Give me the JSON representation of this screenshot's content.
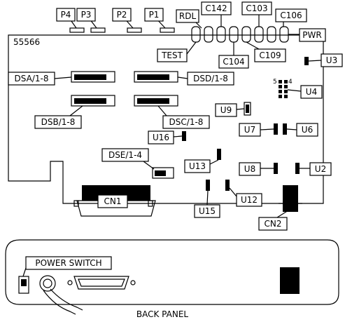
{
  "board": {
    "id": "55566",
    "labels": {
      "p4": "P4",
      "p3": "P3",
      "p2": "P2",
      "p1": "P1",
      "rdl": "RDL",
      "c142": "C142",
      "c103": "C103",
      "c106": "C106",
      "pwr": "PWR",
      "test": "TEST",
      "c104": "C104",
      "c109": "C109",
      "u3": "U3",
      "u4": "U4",
      "u4_pin5": "5",
      "u4_pin4": "4",
      "dsa": "DSA/1-8",
      "dsd": "DSD/1-8",
      "dsb": "DSB/1-8",
      "dsc": "DSC/1-8",
      "u9": "U9",
      "u7": "U7",
      "u6": "U6",
      "u16": "U16",
      "dse": "DSE/1-4",
      "u13": "U13",
      "u8": "U8",
      "u2": "U2",
      "cn1": "CN1",
      "u15": "U15",
      "u12": "U12",
      "cn2": "CN2"
    }
  },
  "back_panel": {
    "title": "BACK PANEL",
    "power_switch": "POWER SWITCH"
  }
}
